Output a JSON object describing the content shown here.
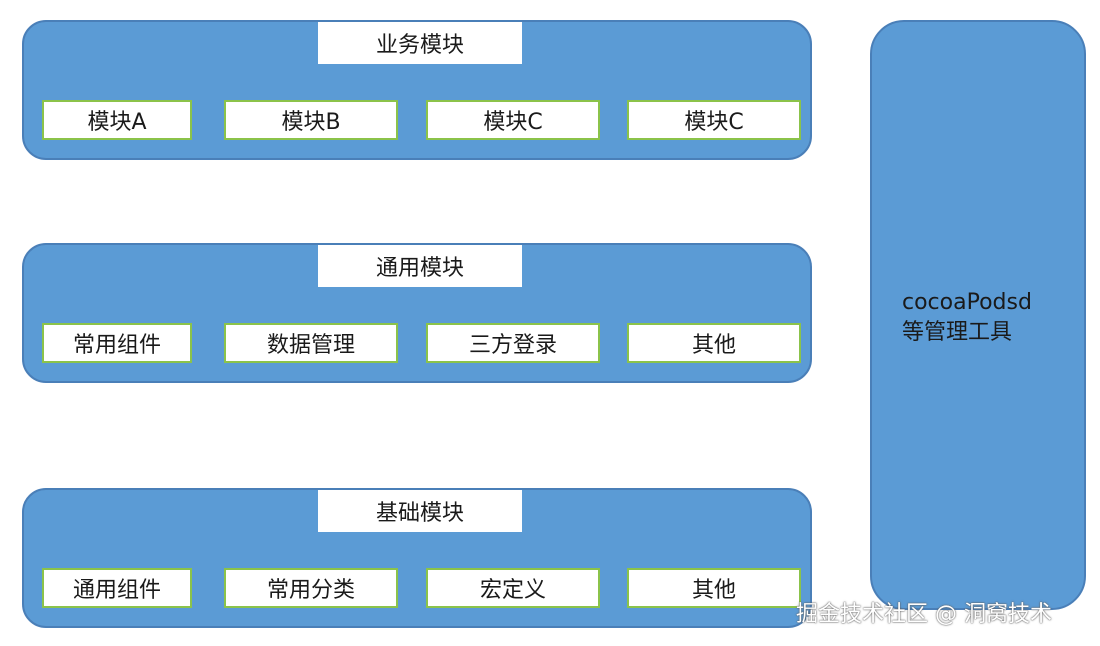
{
  "layers": [
    {
      "title": "业务模块",
      "modules": [
        "模块A",
        "模块B",
        "模块C",
        "模块C"
      ]
    },
    {
      "title": "通用模块",
      "modules": [
        "常用组件",
        "数据管理",
        "三方登录",
        "其他"
      ]
    },
    {
      "title": "基础模块",
      "modules": [
        "通用组件",
        "常用分类",
        "宏定义",
        "其他"
      ]
    }
  ],
  "side_panel": {
    "line1": "cocoaPodsd",
    "line2": "等管理工具"
  },
  "watermark": "掘金技术社区 @ 洞窝技术",
  "colors": {
    "box_fill": "#5b9bd5",
    "module_border": "#8bc34a"
  }
}
